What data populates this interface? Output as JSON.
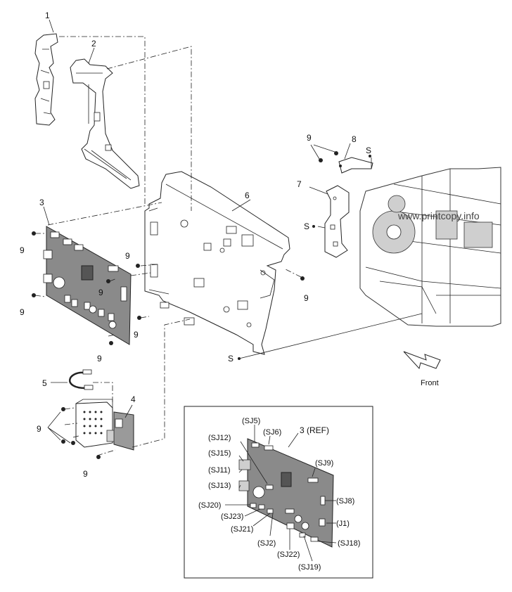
{
  "callouts": {
    "c1": "1",
    "c2": "2",
    "c3": "3",
    "c4": "4",
    "c5": "5",
    "c6": "6",
    "c7": "7",
    "c8": "8",
    "s_bracket": "S",
    "s_plate": "S",
    "s_frame": "S",
    "nine_a": "9",
    "nine_b": "9",
    "nine_c": "9",
    "nine_d": "9",
    "nine_e": "9",
    "nine_f": "9",
    "nine_g": "9",
    "nine_h": "9",
    "nine_i": "9",
    "nine_j": "9"
  },
  "watermark": "www.printcopy.info",
  "front_label": "Front",
  "inset": {
    "ref": "3 (REF)",
    "connectors": {
      "sj5": "(SJ5)",
      "sj6": "(SJ6)",
      "sj12": "(SJ12)",
      "sj15": "(SJ15)",
      "sj11": "(SJ11)",
      "sj13": "(SJ13)",
      "sj9": "(SJ9)",
      "sj20": "(SJ20)",
      "sj23": "(SJ23)",
      "sj8": "(SJ8)",
      "sj21": "(SJ21)",
      "j1": "(J1)",
      "sj2": "(SJ2)",
      "sj22": "(SJ22)",
      "sj19": "(SJ19)",
      "sj18": "(SJ18)"
    }
  },
  "colors": {
    "line": "#222222",
    "board": "#8a8a8a"
  },
  "icons": [
    "front-arrow-icon",
    "screw-icon"
  ]
}
